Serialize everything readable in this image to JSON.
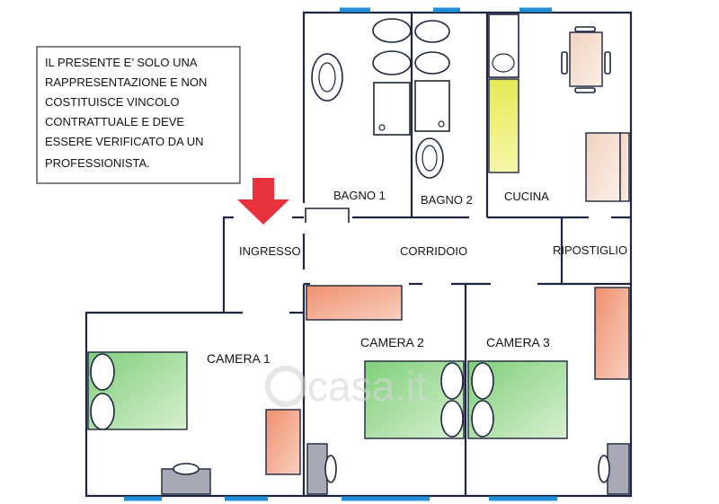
{
  "notice": {
    "lines": [
      "IL PRESENTE E’ SOLO UNA",
      "RAPPRESENTAZIONE E NON",
      "COSTITUISCE VINCOLO",
      "CONTRATTUALE E DEVE",
      "ESSERE VERIFICATO DA UN",
      "PROFESSIONISTA."
    ]
  },
  "rooms": {
    "bagno1": "BAGNO 1",
    "bagno2": "BAGNO 2",
    "cucina": "CUCINA",
    "ingresso": "INGRESSO",
    "corridoio": "CORRIDOIO",
    "ripostiglio": "RIPOSTIGLIO",
    "camera1": "CAMERA 1",
    "camera2": "CAMERA 2",
    "camera3": "CAMERA 3"
  },
  "watermark": "casa.it",
  "colors": {
    "walls": "#1d2540",
    "windows": "#1f8fd8",
    "entrance_arrow": "#e8323c",
    "bed_green": "#9fd69a",
    "wardrobe_salmon": "#f0a088",
    "counter_yellow": "#eef06a",
    "nightstand_gray": "#a7a9b4"
  }
}
